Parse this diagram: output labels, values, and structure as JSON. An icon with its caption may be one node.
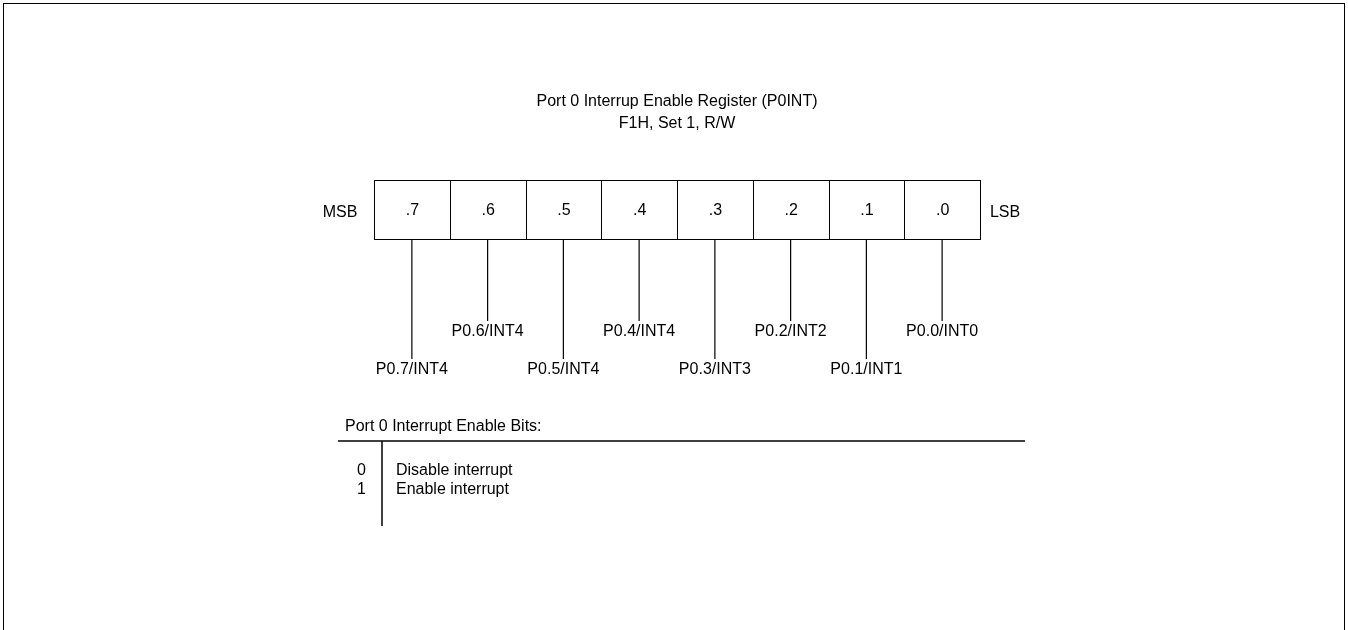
{
  "diagram": {
    "title": "Port 0 Interrup Enable Register (P0INT)",
    "nodes": [
      {
        "text": [
          ".7"
        ]
      },
      {
        "text": [
          ".6"
        ]
      },
      {
        "text": [
          ".5"
        ]
      },
      {
        "text": [
          ".4"
        ]
      },
      {
        "text": [
          ".3"
        ]
      },
      {
        "text": [
          ".2"
        ]
      },
      {
        "text": [
          ".1"
        ]
      },
      {
        "text": [
          ".0"
        ]
      },
      {
        "text": [
          "P0.7/INT4"
        ]
      },
      {
        "text": [
          "P0.6/INT4"
        ]
      },
      {
        "text": [
          "P0.5/INT4"
        ]
      },
      {
        "text": [
          "P0.4/INT4"
        ]
      },
      {
        "text": [
          "P0.3/INT3"
        ]
      },
      {
        "text": [
          "P0.2/INT2"
        ]
      },
      {
        "text": [
          "P0.1/INT1"
        ]
      },
      {
        "text": [
          "P0.0/INT0"
        ]
      }
    ],
    "edges": [
      {
        "from": 8,
        "to": 0,
        "arrow": "none"
      },
      {
        "from": 9,
        "to": 1,
        "arrow": "none"
      },
      {
        "from": 10,
        "to": 2,
        "arrow": "none"
      },
      {
        "from": 11,
        "to": 3,
        "arrow": "none"
      },
      {
        "from": 12,
        "to": 4,
        "arrow": "none"
      },
      {
        "from": 13,
        "to": 5,
        "arrow": "none"
      },
      {
        "from": 14,
        "to": 6,
        "arrow": "none"
      },
      {
        "from": 15,
        "to": 7,
        "arrow": "none"
      }
    ],
    "labels": [
      "F1H, Set 1, R/W",
      "MSB",
      "LSB",
      "Port 0 Interrupt Enable Bits:",
      "0",
      "Disable interrupt",
      "1",
      "Enable interrupt"
    ]
  }
}
